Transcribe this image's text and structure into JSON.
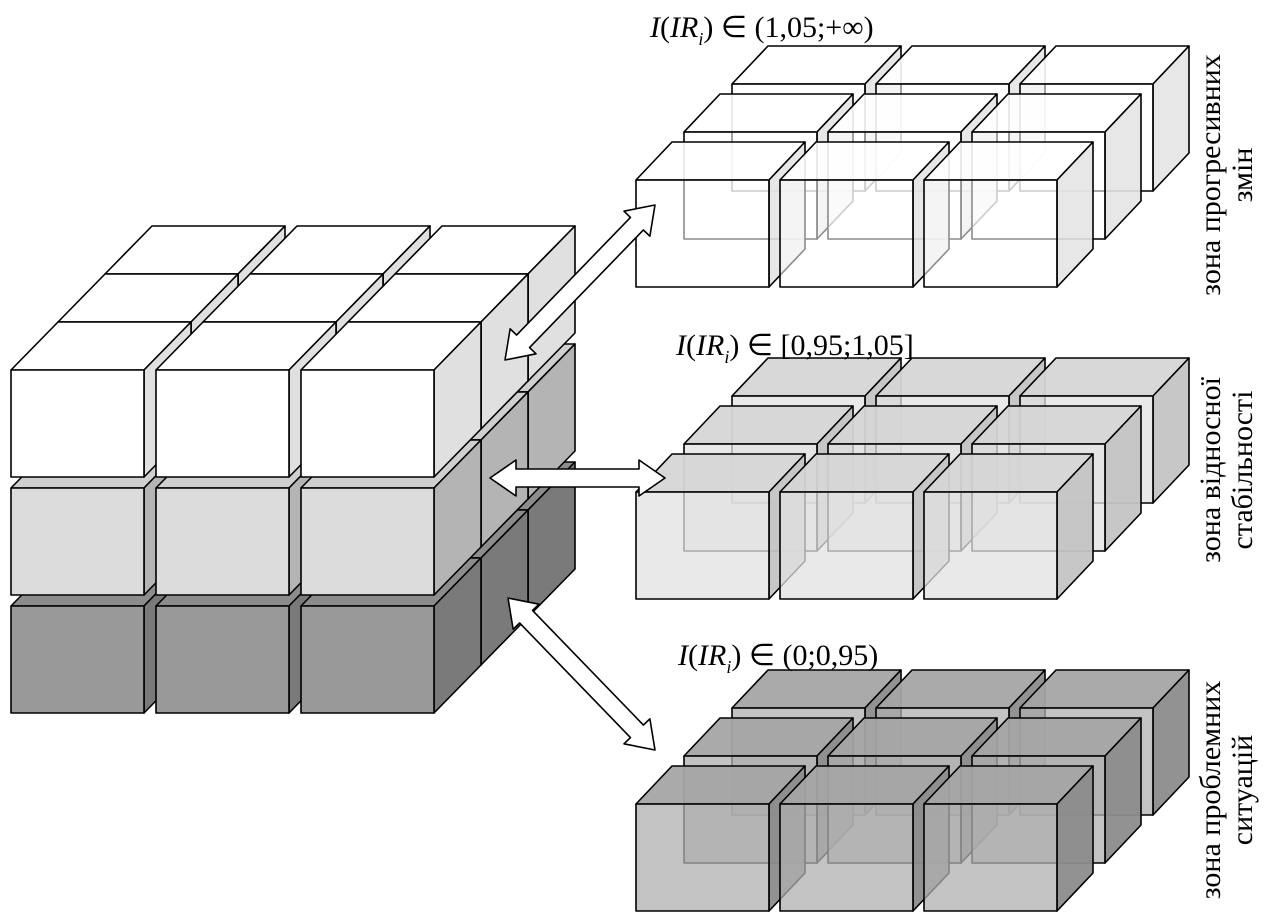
{
  "zones": [
    {
      "id": "progressive",
      "formula": {
        "func": "I",
        "arg": "IR",
        "sub": "i",
        "rel": "∈",
        "interval": "(1,05;+∞)"
      },
      "label_lines": [
        "зона прогресивних",
        "змін"
      ],
      "shade": "white"
    },
    {
      "id": "stability",
      "formula": {
        "func": "I",
        "arg": "IR",
        "sub": "i",
        "rel": "∈",
        "interval": "[0,95;1,05]"
      },
      "label_lines": [
        "зона відносної",
        "стабільності"
      ],
      "shade": "light"
    },
    {
      "id": "problem",
      "formula": {
        "func": "I",
        "arg": "IR",
        "sub": "i",
        "rel": "∈",
        "interval": "(0;0,95)"
      },
      "label_lines": [
        "зона проблемних",
        "ситуацій"
      ],
      "shade": "dark"
    }
  ],
  "colors": {
    "white": {
      "front": "#ffffff",
      "top": "#ffffff",
      "side": "#e0e0e0"
    },
    "light": {
      "front": "#dcdcdc",
      "top": "#cfcfcf",
      "side": "#b4b4b4"
    },
    "dark": {
      "front": "#999999",
      "top": "#8c8c8c",
      "side": "#7a7a7a"
    },
    "ghost_white": {
      "front": "rgba(255,255,255,0.55)",
      "top": "rgba(255,255,255,0.9)",
      "side": "rgba(228,228,228,0.9)"
    },
    "ghost_light": {
      "front": "rgba(226,226,226,0.75)",
      "top": "rgba(214,214,214,0.95)",
      "side": "rgba(196,196,196,0.95)"
    },
    "ghost_dark": {
      "front": "rgba(175,175,175,0.75)",
      "top": "rgba(165,165,165,0.95)",
      "side": "rgba(140,140,140,0.95)"
    }
  }
}
